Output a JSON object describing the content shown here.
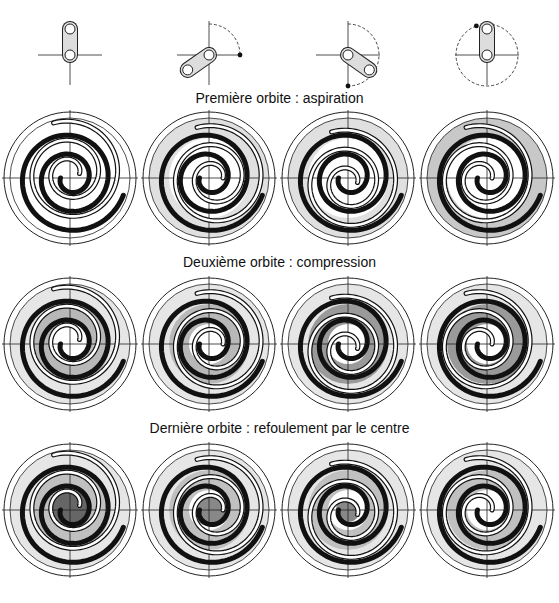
{
  "diagram": {
    "labels": [
      "Première orbite : aspiration",
      "Deuxième orbite : compression",
      "Dernière orbite : refoulement par le centre"
    ]
  }
}
